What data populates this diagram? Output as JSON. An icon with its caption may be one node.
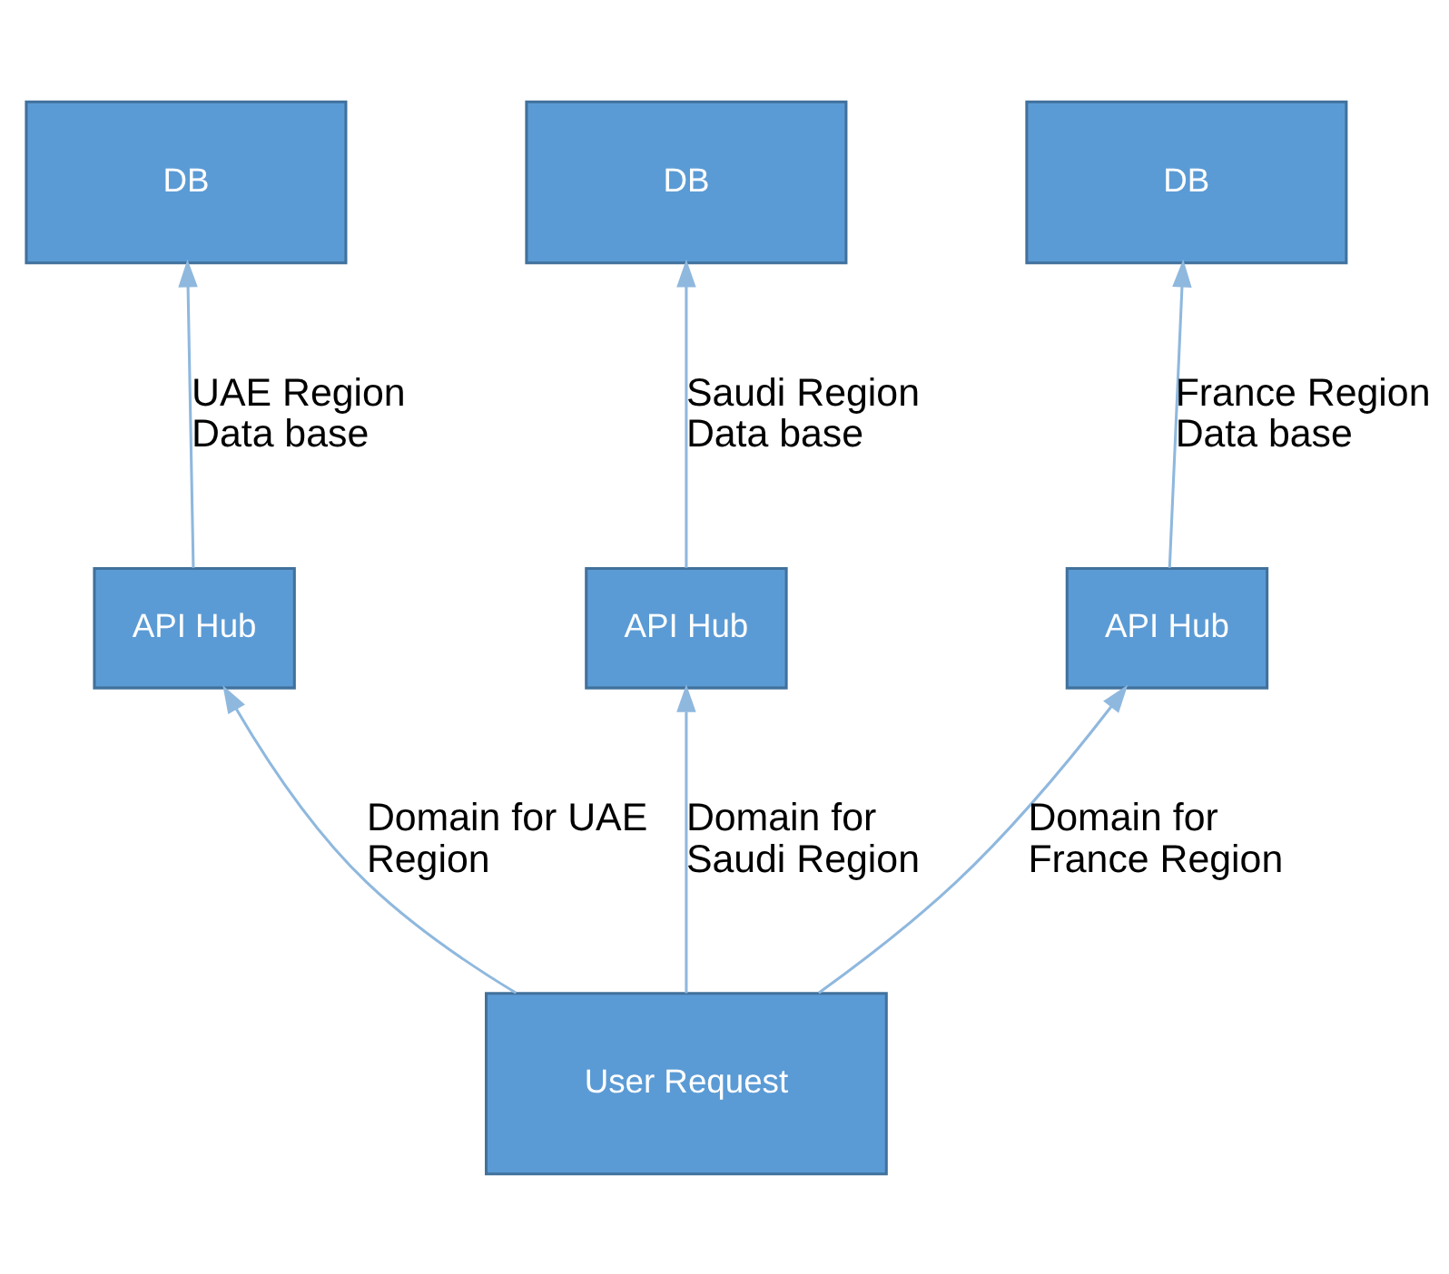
{
  "diagram": {
    "nodes": [
      {
        "text": [
          "DB"
        ]
      },
      {
        "text": [
          "DB"
        ]
      },
      {
        "text": [
          "DB"
        ]
      },
      {
        "text": [
          "API Hub"
        ]
      },
      {
        "text": [
          "API Hub"
        ]
      },
      {
        "text": [
          "API Hub"
        ]
      },
      {
        "text": [
          "User Request"
        ]
      }
    ],
    "edges": [
      {
        "from": 3,
        "to": 0,
        "arrow": "to",
        "label": "UAE Region Data base"
      },
      {
        "from": 4,
        "to": 1,
        "arrow": "to",
        "label": "Saudi Region Data base"
      },
      {
        "from": 5,
        "to": 2,
        "arrow": "to",
        "label": "France Region Data base"
      },
      {
        "from": 6,
        "to": 3,
        "arrow": "to",
        "label": "Domain for UAE Region"
      },
      {
        "from": 6,
        "to": 4,
        "arrow": "to",
        "label": "Domain for Saudi Region"
      },
      {
        "from": 6,
        "to": 5,
        "arrow": "to",
        "label": "Domain for France Region"
      }
    ]
  }
}
